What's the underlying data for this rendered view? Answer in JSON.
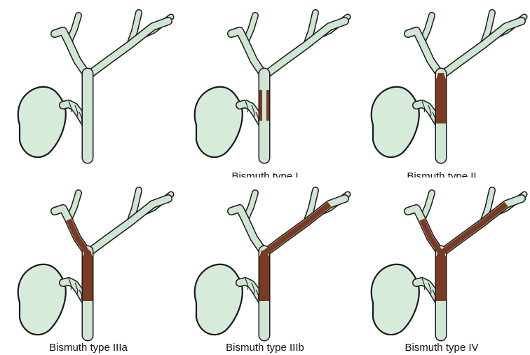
{
  "colors": {
    "duct_fill": "#cfe6d2",
    "gallbladder_fill": "#d6ebd9",
    "outline": "#1a1a1a",
    "tumor": "#7a3b22",
    "background": "#ffffff"
  },
  "panels": [
    {
      "caption": "",
      "tumor": []
    },
    {
      "caption": "Bismuth type I",
      "tumor": [
        "cbd-upper-bands"
      ]
    },
    {
      "caption": "Bismuth type II",
      "tumor": [
        "cbd-upper",
        "confluence"
      ]
    },
    {
      "caption": "Bismuth type IIIa",
      "tumor": [
        "cbd-upper",
        "confluence",
        "right-hepatic"
      ]
    },
    {
      "caption": "Bismuth type IIIb",
      "tumor": [
        "cbd-upper",
        "confluence",
        "left-hepatic"
      ]
    },
    {
      "caption": "Bismuth type IV",
      "tumor": [
        "cbd-upper",
        "confluence",
        "right-hepatic",
        "left-hepatic"
      ]
    }
  ]
}
